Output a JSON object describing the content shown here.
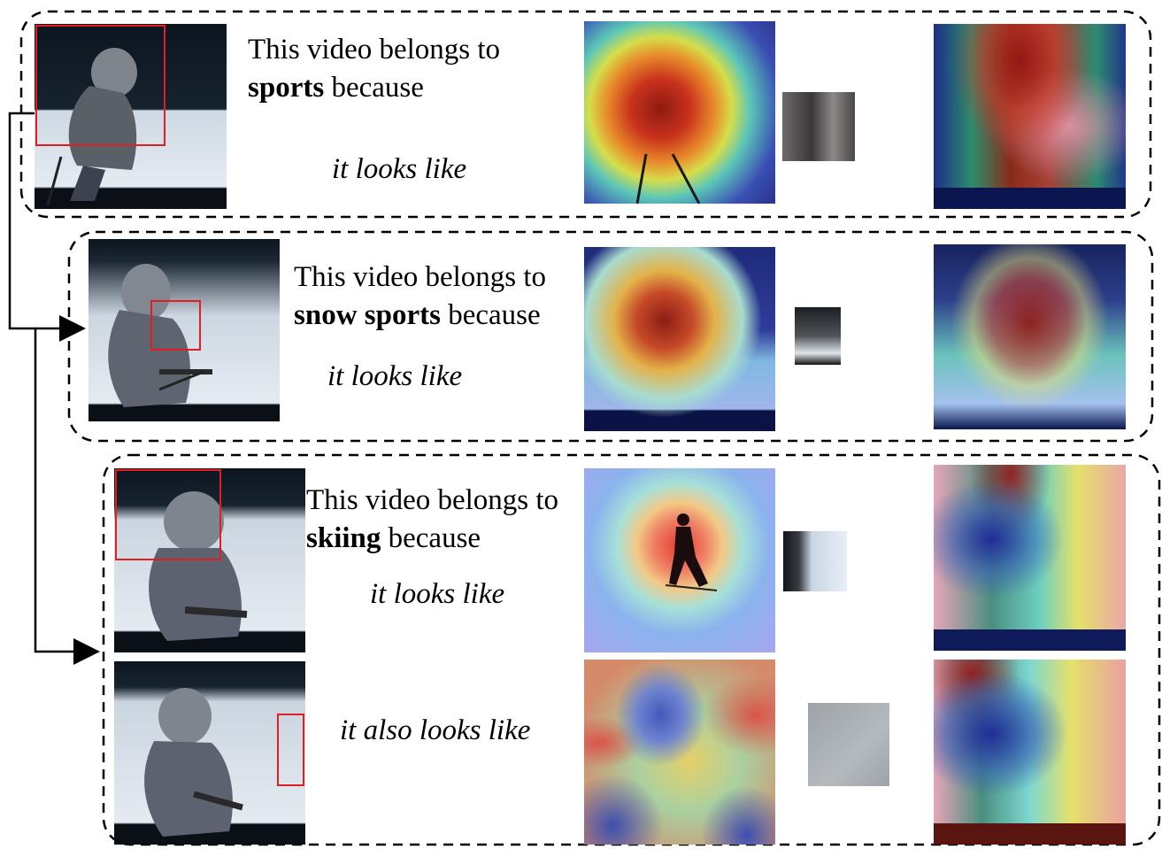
{
  "rows": [
    {
      "line1": "This video belongs to",
      "category": "sports",
      "because": "because",
      "caption": "it looks like"
    },
    {
      "line1": "This video belongs to",
      "category": "snow sports",
      "because": "because",
      "caption": "it looks like"
    },
    {
      "line1": "This video belongs to",
      "category": "skiing",
      "because": "because",
      "caption": "it looks like",
      "caption2": "it also looks like"
    }
  ],
  "colors": {
    "dash_border": "#000000",
    "red_box": "#e02020",
    "video_dark": "#0d1620",
    "snow": "#dde6ef"
  }
}
